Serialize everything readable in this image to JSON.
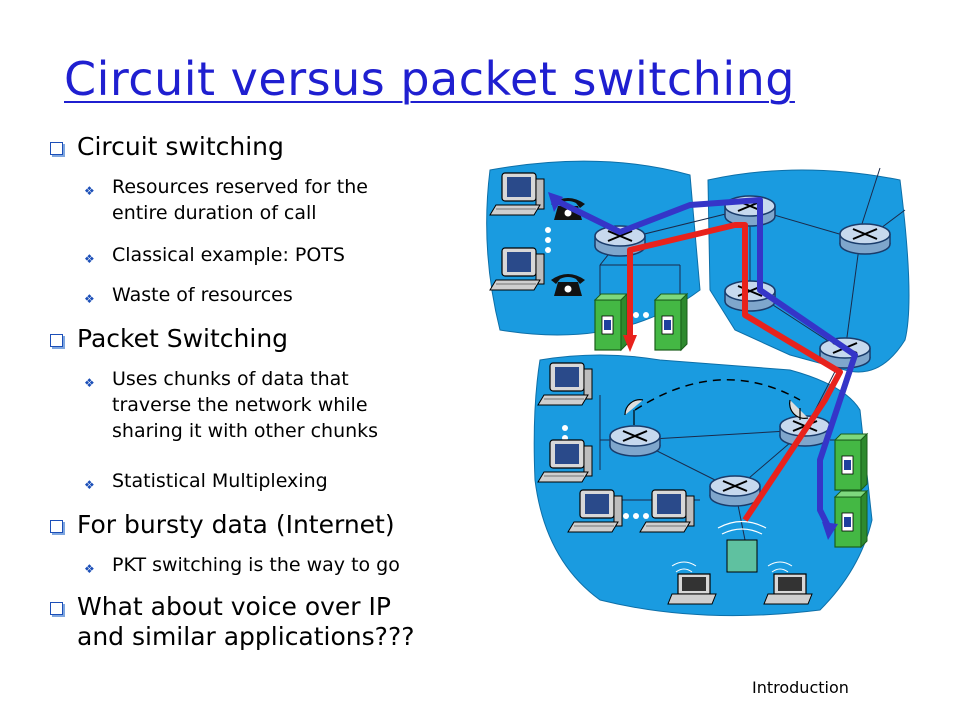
{
  "title": "Circuit versus packet switching",
  "bullets": [
    {
      "text": "Circuit switching",
      "sub": [
        {
          "lines": [
            "Resources reserved for the",
            "entire duration of call"
          ]
        },
        {
          "lines": [
            "Classical example: POTS"
          ]
        },
        {
          "lines": [
            "Waste of resources"
          ]
        }
      ]
    },
    {
      "text": "Packet Switching",
      "sub": [
        {
          "lines": [
            "Uses chunks of data that",
            "traverse the network while",
            "sharing it with other chunks"
          ]
        },
        {
          "lines": [
            "Statistical Multiplexing"
          ]
        }
      ]
    },
    {
      "text": "For bursty data (Internet)",
      "sub": [
        {
          "lines": [
            "PKT switching is the way to go"
          ]
        }
      ]
    },
    {
      "lines": [
        "What about voice over IP",
        "and similar applications???"
      ]
    }
  ],
  "footer": "Introduction",
  "icons": [
    "checkbox-bullet-icon",
    "diamond-bullet-icon",
    "router-icon",
    "computer-icon",
    "telephone-icon",
    "server-icon",
    "laptop-icon",
    "satellite-dish-icon",
    "access-point-icon"
  ],
  "colors": {
    "title": "#1f1fd0",
    "network_area": "#1a9be0",
    "circuit_path": "#e8221c",
    "packet_path": "#3535c8"
  }
}
